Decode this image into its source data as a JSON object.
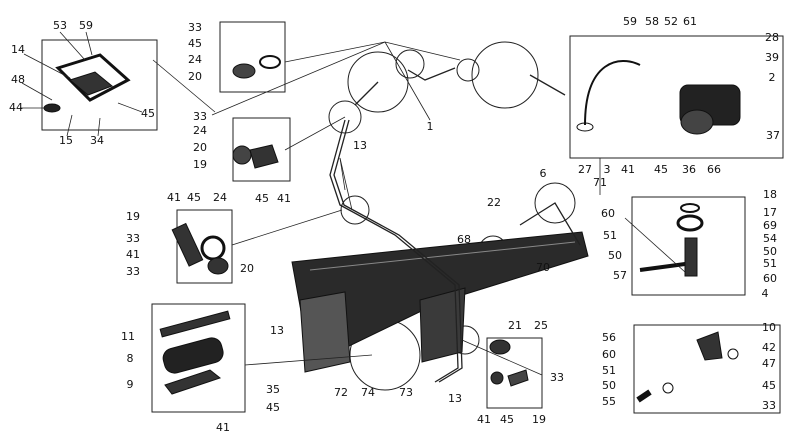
{
  "labels": {
    "l53": "53",
    "l59": "59",
    "l14": "14",
    "l48": "48",
    "l44": "44",
    "l45a": "45",
    "l15": "15",
    "l34": "34",
    "l33a": "33",
    "l45b": "45",
    "l24a": "24",
    "l20a": "20",
    "l33b": "33",
    "l24b": "24",
    "l20b": "20",
    "l19a": "19",
    "l45c": "45",
    "l41a": "41",
    "l1": "1",
    "l13a": "13",
    "l59b": "59",
    "l58": "58",
    "l52": "52",
    "l61": "61",
    "l28": "28",
    "l39": "39",
    "l2": "2",
    "l37": "37",
    "l27": "27",
    "l3": "3",
    "l71": "71",
    "l41b": "41",
    "l45d": "45",
    "l36": "36",
    "l66": "66",
    "l6": "6",
    "l22": "22",
    "l68": "68",
    "l70": "70",
    "l41c": "41",
    "l45e": "45",
    "l24c": "24",
    "l19b": "19",
    "l33c": "33",
    "l41d": "41",
    "l33d": "33",
    "l20c": "20",
    "l18": "18",
    "l17": "17",
    "l60a": "60",
    "l69": "69",
    "l54": "54",
    "l50a": "50",
    "l51a": "51",
    "l50b": "50",
    "l51b": "51",
    "l57": "57",
    "l60b": "60",
    "l4": "4",
    "l11": "11",
    "l13b": "13",
    "l8": "8",
    "l9": "9",
    "l35": "35",
    "l45f": "45",
    "l41e": "41",
    "l21": "21",
    "l25": "25",
    "l33e": "33",
    "l72": "72",
    "l74": "74",
    "l73": "73",
    "l13c": "13",
    "l41f": "41",
    "l45g": "45",
    "l19c": "19",
    "l10": "10",
    "l56": "56",
    "l42": "42",
    "l60c": "60",
    "l47": "47",
    "l51c": "51",
    "l50c": "50",
    "l45h": "45",
    "l55": "55",
    "l33f": "33"
  }
}
